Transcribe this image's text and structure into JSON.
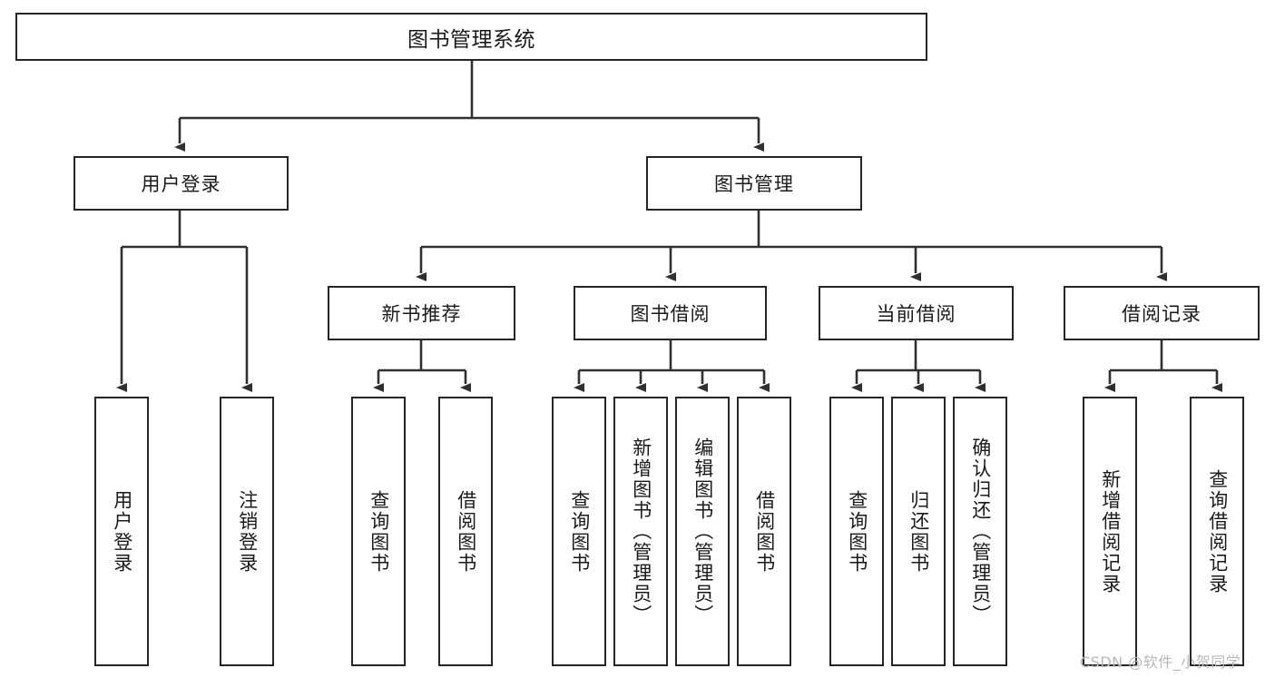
{
  "diagram": {
    "title": "图书管理系统",
    "type": "tree",
    "root": {
      "label": "图书管理系统"
    },
    "level1": [
      {
        "label": "用户登录"
      },
      {
        "label": "图书管理"
      }
    ],
    "level2": [
      {
        "label": "新书推荐"
      },
      {
        "label": "图书借阅"
      },
      {
        "label": "当前借阅"
      },
      {
        "label": "借阅记录"
      }
    ],
    "leaves": {
      "user_login": [
        {
          "label": "用户登录"
        },
        {
          "label": "注销登录"
        }
      ],
      "new_book_recommend": [
        {
          "label": "查询图书"
        },
        {
          "label": "借阅图书"
        }
      ],
      "book_borrow": [
        {
          "label": "查询图书"
        },
        {
          "label": "新增图书（管理员）"
        },
        {
          "label": "编辑图书（管理员）"
        },
        {
          "label": "借阅图书"
        }
      ],
      "current_borrow": [
        {
          "label": "查询图书"
        },
        {
          "label": "归还图书"
        },
        {
          "label": "确认归还（管理员）"
        }
      ],
      "borrow_record": [
        {
          "label": "新增借阅记录"
        },
        {
          "label": "查询借阅记录"
        }
      ]
    }
  },
  "watermark": {
    "text": "CSDN @软件_小贺同学"
  },
  "colors": {
    "stroke": "#262626",
    "fill": "#ffffff",
    "text": "#1a1a1a",
    "watermark": "#b9b9b9"
  }
}
